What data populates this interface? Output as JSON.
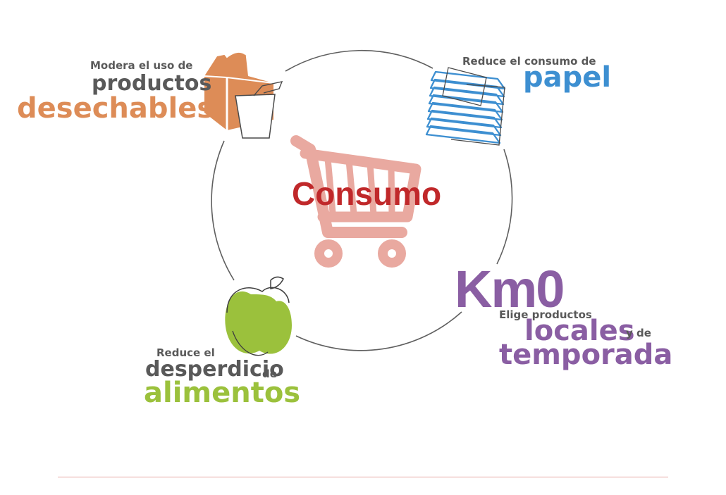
{
  "center": {
    "label": "Consumo"
  },
  "disposables": {
    "line1": "Modera el uso de",
    "line2": "productos",
    "line3": "desechables"
  },
  "paper": {
    "line1": "Reduce el consumo de",
    "line2": "papel"
  },
  "local": {
    "km0": "Km0",
    "line1": "Elige productos",
    "line2": "locales",
    "line2_suffix": "y de",
    "line3": "temporada"
  },
  "food": {
    "line1": "Reduce el",
    "line2": "desperdicio",
    "line2_suffix": "de",
    "line3": "alimentos"
  },
  "icons": {
    "center": "shopping-cart-icon",
    "disposables": "takeaway-box-icon",
    "paper": "paper-stack-icon",
    "food": "apple-icon"
  },
  "colors": {
    "center_text": "#c0282a",
    "cart": "#e9a9a0",
    "disposables": "#dd8c57",
    "paper": "#3d8fd1",
    "local": "#8a5ea3",
    "food": "#9bc13c",
    "gray_text": "#595959",
    "cycle_line": "#5f5f5f",
    "footer_line": "#e7a6a2"
  }
}
